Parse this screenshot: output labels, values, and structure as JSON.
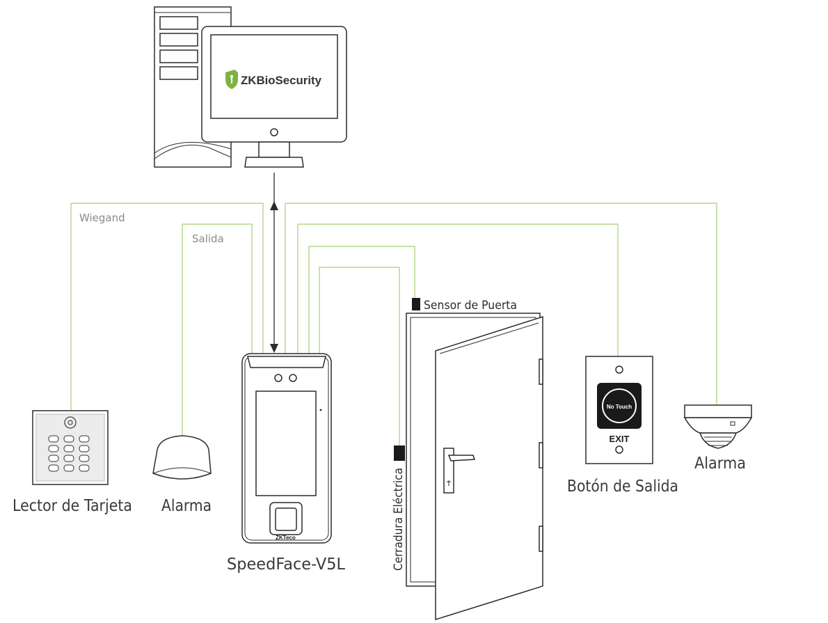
{
  "software": {
    "brand": "ZKBioSecurity"
  },
  "wires": {
    "wiegand": "Wiegand",
    "output": "Salida"
  },
  "devices": {
    "card_reader": "Lector de Tarjeta",
    "alarm_left": "Alarma",
    "terminal": "SpeedFace-V5L",
    "door_sensor": "Sensor de Puerta",
    "electric_lock": "Cerradura Eléctrica",
    "exit_button": "Botón de Salida",
    "exit_button_face": "No Touch",
    "exit_button_text": "EXIT",
    "alarm_right": "Alarma",
    "terminal_logo": "ZKTeco"
  },
  "colors": {
    "wire": "#a8cf72",
    "outline": "#2b2b2b",
    "brand_green": "#7cb342",
    "brand_text": "#333333"
  }
}
